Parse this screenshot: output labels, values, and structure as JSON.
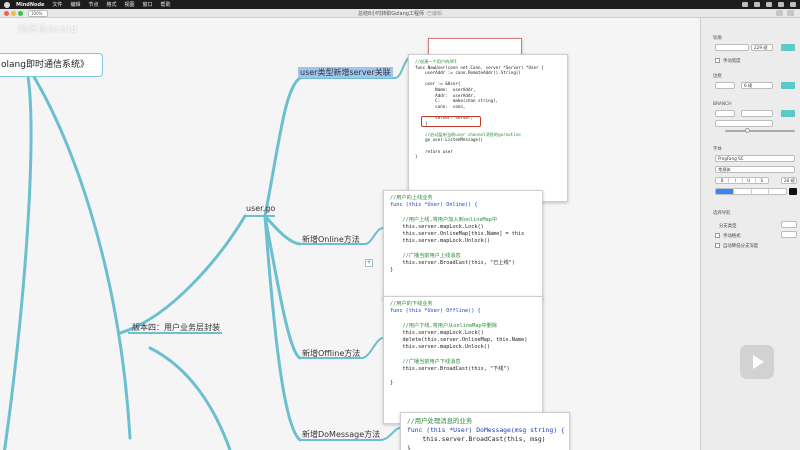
{
  "menubar": {
    "app_name": "MindNode",
    "items": [
      "文件",
      "编辑",
      "节点",
      "格式",
      "视图",
      "窗口",
      "帮助"
    ]
  },
  "window": {
    "zoom": "100%",
    "title": "总结8小时转职Golang工程师",
    "status": "已编辑"
  },
  "watermark": "刘丹冰Aceld",
  "map": {
    "root_label": "olang即时通信系统》",
    "nodes": {
      "version4": "版本四：用户业务层封装",
      "user_go": "user.go",
      "new_user": "user类型新增server关联",
      "online": "新增Online方法",
      "offline": "新增Offline方法",
      "domessage": "新增DoMessage方法"
    },
    "expand_symbol": "+",
    "colors": {
      "branch": "#6cbfcf",
      "highlight": "#9fc5ef"
    }
  },
  "cards": {
    "new_user": [
      {
        "t": "//创建一个用户的API",
        "c": "comment"
      },
      {
        "t": "func NewUser(conn net.Conn, server *Server) *User {",
        "c": ""
      },
      {
        "t": "    userAddr := conn.RemoteAddr().String()",
        "c": ""
      },
      {
        "t": "",
        "c": ""
      },
      {
        "t": "    user := &User{",
        "c": ""
      },
      {
        "t": "        Name:  userAddr,",
        "c": ""
      },
      {
        "t": "        Addr:  userAddr,",
        "c": ""
      },
      {
        "t": "        C:     make(chan string),",
        "c": ""
      },
      {
        "t": "        conn:  conn,",
        "c": ""
      },
      {
        "t": "",
        "c": ""
      },
      {
        "t": "        server: server,",
        "c": ""
      },
      {
        "t": "    }",
        "c": ""
      },
      {
        "t": "",
        "c": ""
      },
      {
        "t": "    //启动监听当前user channel消息的goroutine",
        "c": "comment"
      },
      {
        "t": "    go user.ListenMessage()",
        "c": ""
      },
      {
        "t": "",
        "c": ""
      },
      {
        "t": "    return user",
        "c": ""
      },
      {
        "t": "}",
        "c": ""
      }
    ],
    "online": [
      {
        "t": "//用户的上线业务",
        "c": "comment"
      },
      {
        "t": "func (this *User) Online() {",
        "c": "kw"
      },
      {
        "t": "",
        "c": ""
      },
      {
        "t": "    //用户上线,将用户加入到onlineMap中",
        "c": "comment"
      },
      {
        "t": "    this.server.mapLock.Lock()",
        "c": ""
      },
      {
        "t": "    this.server.OnlineMap[this.Name] = this",
        "c": ""
      },
      {
        "t": "    this.server.mapLock.Unlock()",
        "c": ""
      },
      {
        "t": "",
        "c": ""
      },
      {
        "t": "    //广播当前用户上线消息",
        "c": "comment"
      },
      {
        "t": "    this.server.BroadCast(this, \"已上线\")",
        "c": ""
      },
      {
        "t": "}",
        "c": ""
      }
    ],
    "offline": [
      {
        "t": "//用户的下线业务",
        "c": "comment"
      },
      {
        "t": "func (this *User) Offline() {",
        "c": "kw"
      },
      {
        "t": "",
        "c": ""
      },
      {
        "t": "    //用户下线,将用户从onlineMap中删除",
        "c": "comment"
      },
      {
        "t": "    this.server.mapLock.Lock()",
        "c": ""
      },
      {
        "t": "    delete(this.server.OnlineMap, this.Name)",
        "c": ""
      },
      {
        "t": "    this.server.mapLock.Unlock()",
        "c": ""
      },
      {
        "t": "",
        "c": ""
      },
      {
        "t": "    //广播当前用户下线消息",
        "c": "comment"
      },
      {
        "t": "    this.server.BroadCast(this, \"下线\")",
        "c": ""
      },
      {
        "t": "",
        "c": ""
      },
      {
        "t": "}",
        "c": ""
      }
    ],
    "domessage": [
      {
        "t": "//用户处理消息的业务",
        "c": "comment"
      },
      {
        "t": "func (this *User) DoMessage(msg string) {",
        "c": "kw"
      },
      {
        "t": "    this.server.BroadCast(this, msg)",
        "c": ""
      },
      {
        "t": "}",
        "c": ""
      }
    ]
  },
  "inspector": {
    "outline": {
      "title": "轮廓",
      "width_value": "229 磅",
      "manual_width": "手动宽度"
    },
    "border": {
      "title": "边框",
      "weight": "6 磅"
    },
    "branch": {
      "title": "BRANCH"
    },
    "style": {
      "title": "字体",
      "font": "PingFang SC",
      "weight": "常规体",
      "size": "20 磅",
      "format_buttons": [
        "B",
        "I",
        "U",
        "S"
      ]
    },
    "subtree": {
      "title": "选择导航",
      "type_label": "分支类型",
      "manual_format": "手动格式",
      "auto_collapse": "自动降低分支深度"
    },
    "colors": {
      "accent": "#5cc9c9",
      "selected": "#3b82f6"
    }
  }
}
